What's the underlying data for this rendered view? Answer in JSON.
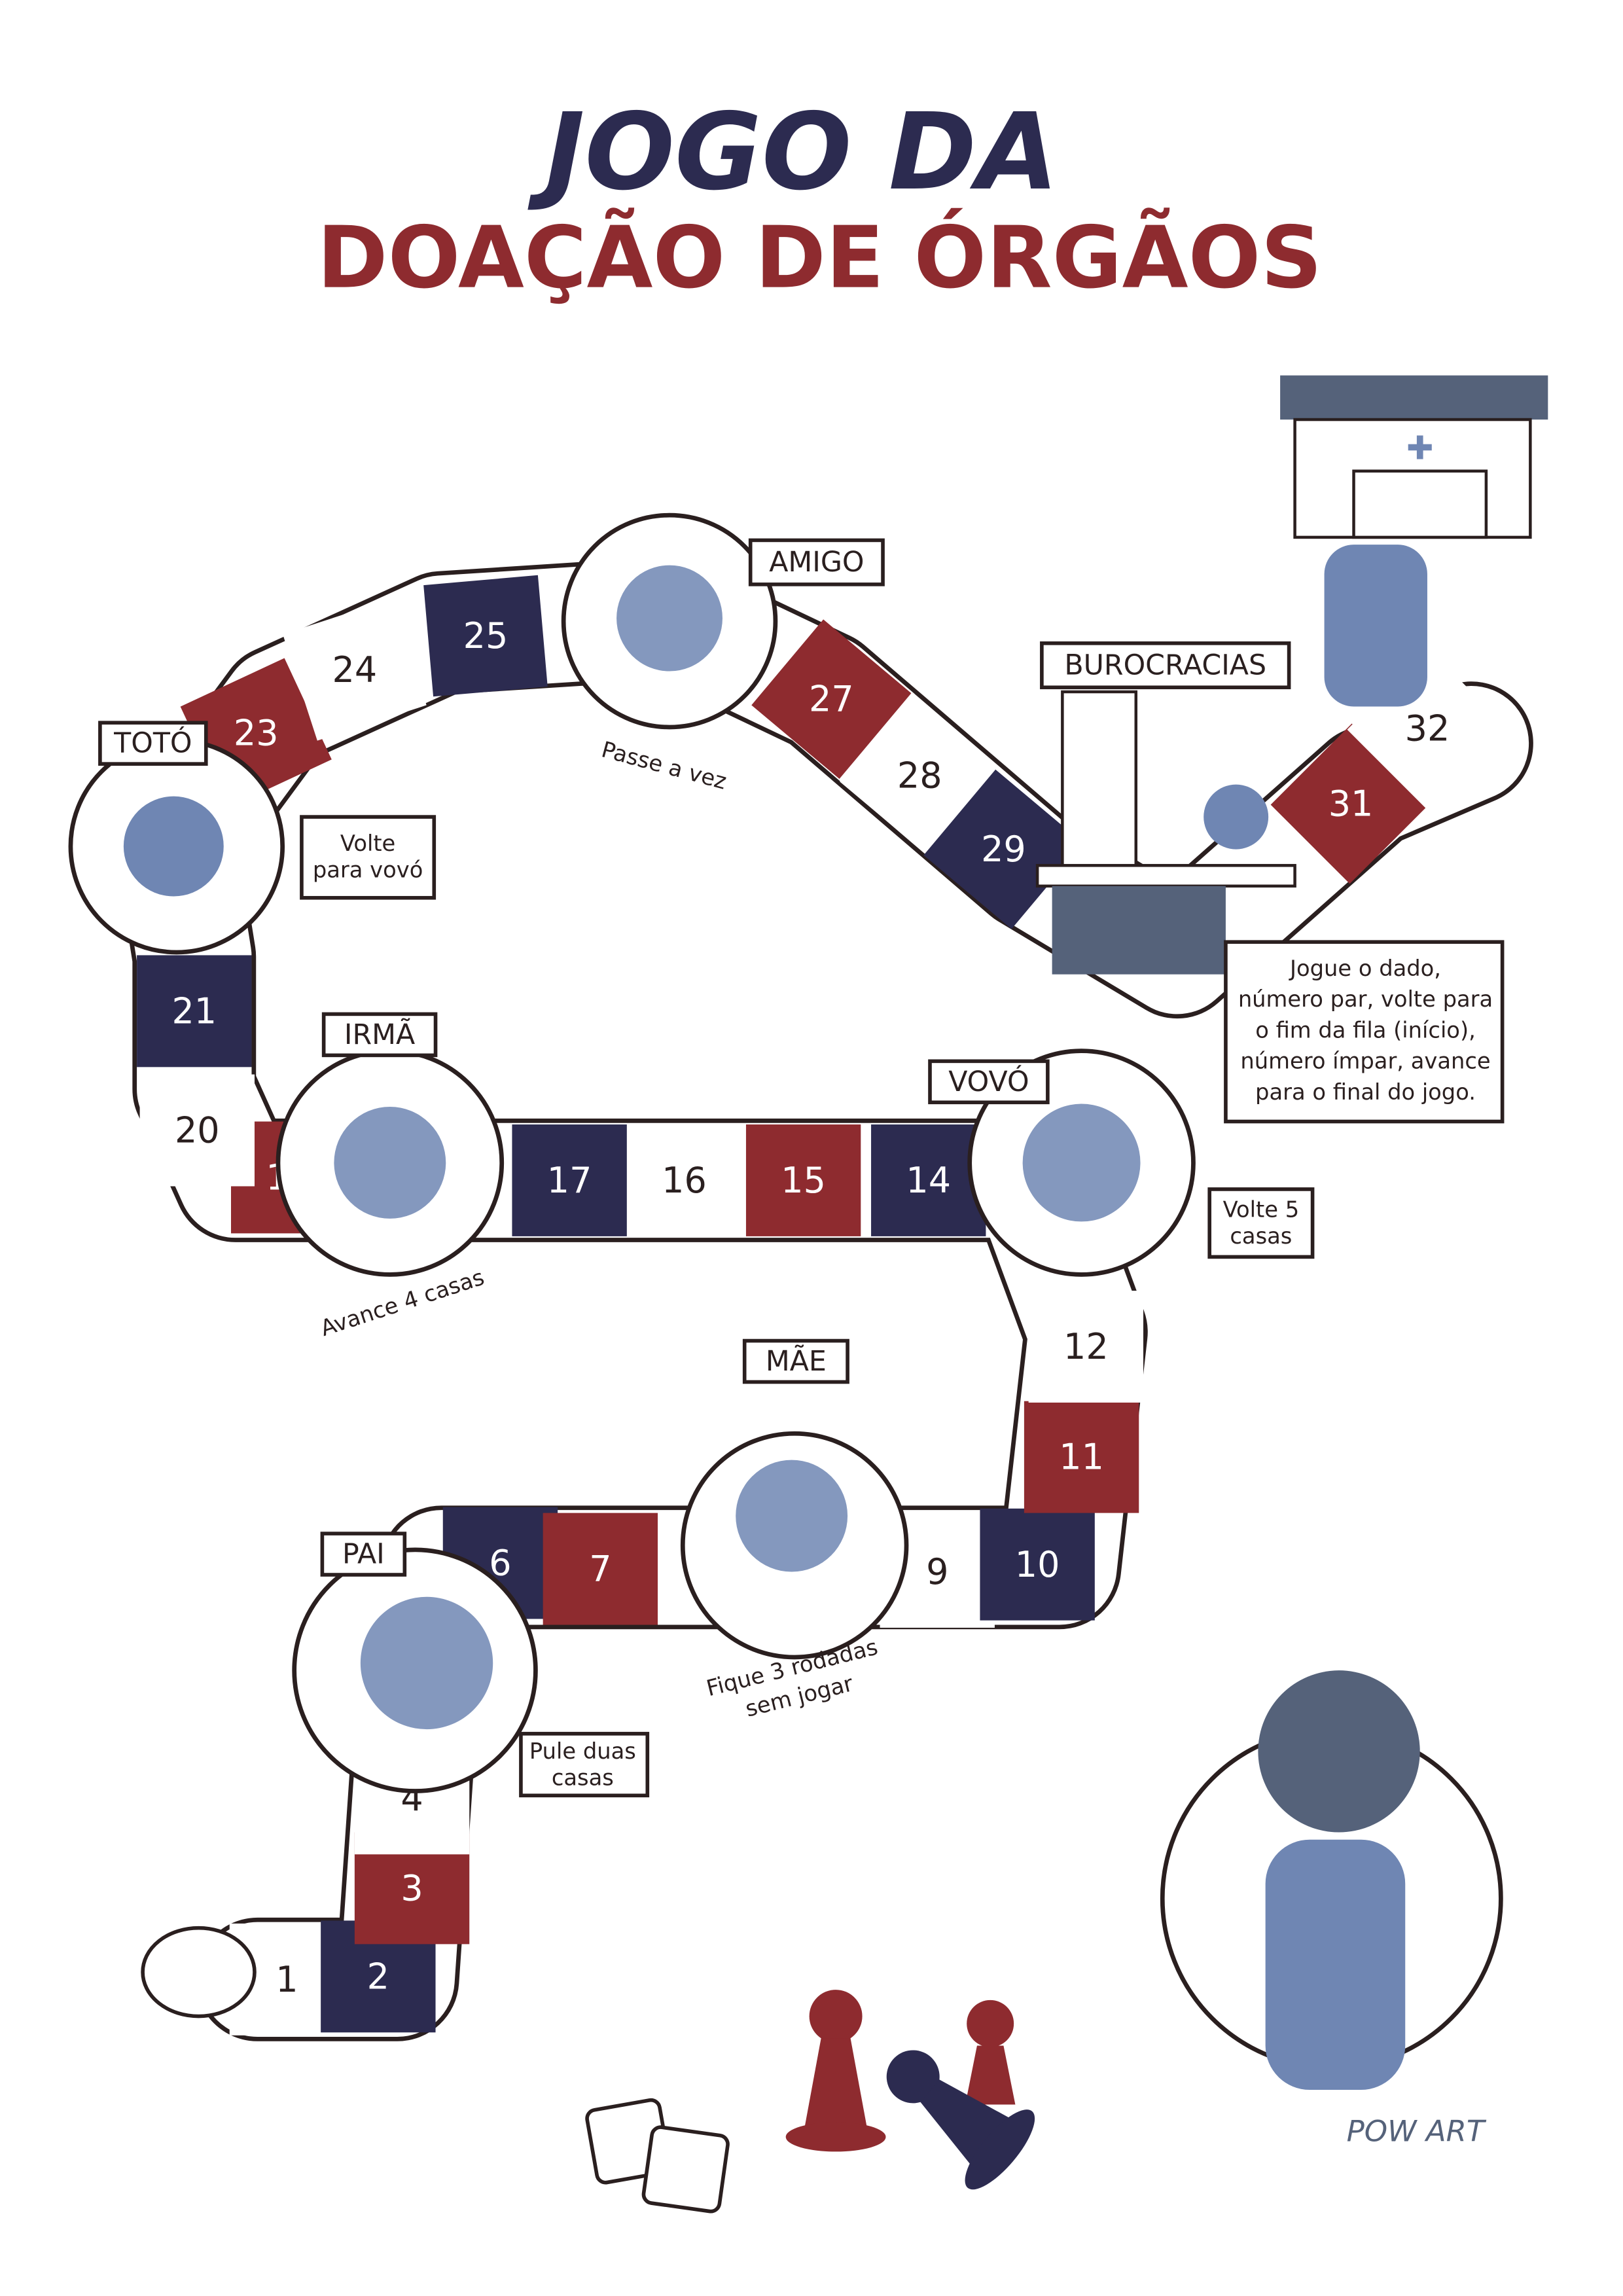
{
  "title": {
    "line1": "JOGO DA",
    "line2": "DOAÇÃO DE ÓRGÃOS"
  },
  "colors": {
    "navy": "#2c2b50",
    "red": "#8e2b2f",
    "white": "#ffffff",
    "figure": "#6f86b3",
    "ink": "#2a1f1f"
  },
  "squares": [
    {
      "n": "1",
      "kind": "white"
    },
    {
      "n": "2",
      "kind": "navy"
    },
    {
      "n": "3",
      "kind": "red"
    },
    {
      "n": "4",
      "kind": "white"
    },
    {
      "n": "6",
      "kind": "navy"
    },
    {
      "n": "7",
      "kind": "red"
    },
    {
      "n": "9",
      "kind": "white"
    },
    {
      "n": "10",
      "kind": "navy"
    },
    {
      "n": "11",
      "kind": "red"
    },
    {
      "n": "12",
      "kind": "white"
    },
    {
      "n": "14",
      "kind": "navy"
    },
    {
      "n": "15",
      "kind": "red"
    },
    {
      "n": "16",
      "kind": "white"
    },
    {
      "n": "17",
      "kind": "navy"
    },
    {
      "n": "19",
      "kind": "red"
    },
    {
      "n": "20",
      "kind": "white"
    },
    {
      "n": "21",
      "kind": "navy"
    },
    {
      "n": "23",
      "kind": "red"
    },
    {
      "n": "24",
      "kind": "white"
    },
    {
      "n": "25",
      "kind": "navy"
    },
    {
      "n": "27",
      "kind": "red"
    },
    {
      "n": "28",
      "kind": "white"
    },
    {
      "n": "29",
      "kind": "navy"
    },
    {
      "n": "31",
      "kind": "red"
    },
    {
      "n": "32",
      "kind": "white"
    }
  ],
  "characters": {
    "pai": "PAI",
    "mae": "MÃE",
    "vovo": "VOVÓ",
    "irma": "IRMÃ",
    "toto": "TOTÓ",
    "amigo": "AMIGO",
    "burocracias": "BUROCRACIAS"
  },
  "notes": {
    "pai": [
      "Pule duas",
      "casas"
    ],
    "mae": [
      "Fique 3 rodadas",
      "sem jogar"
    ],
    "vovo": [
      "Volte 5",
      "casas"
    ],
    "irma": "Avance 4 casas",
    "toto": [
      "Volte",
      "para vovó"
    ],
    "amigo": "Passe a vez",
    "burocracias": [
      "Jogue o dado,",
      "número par, volte para",
      "o fim da fila (início),",
      "número ímpar, avance",
      "para o final do jogo."
    ]
  },
  "signature": "POW ART"
}
